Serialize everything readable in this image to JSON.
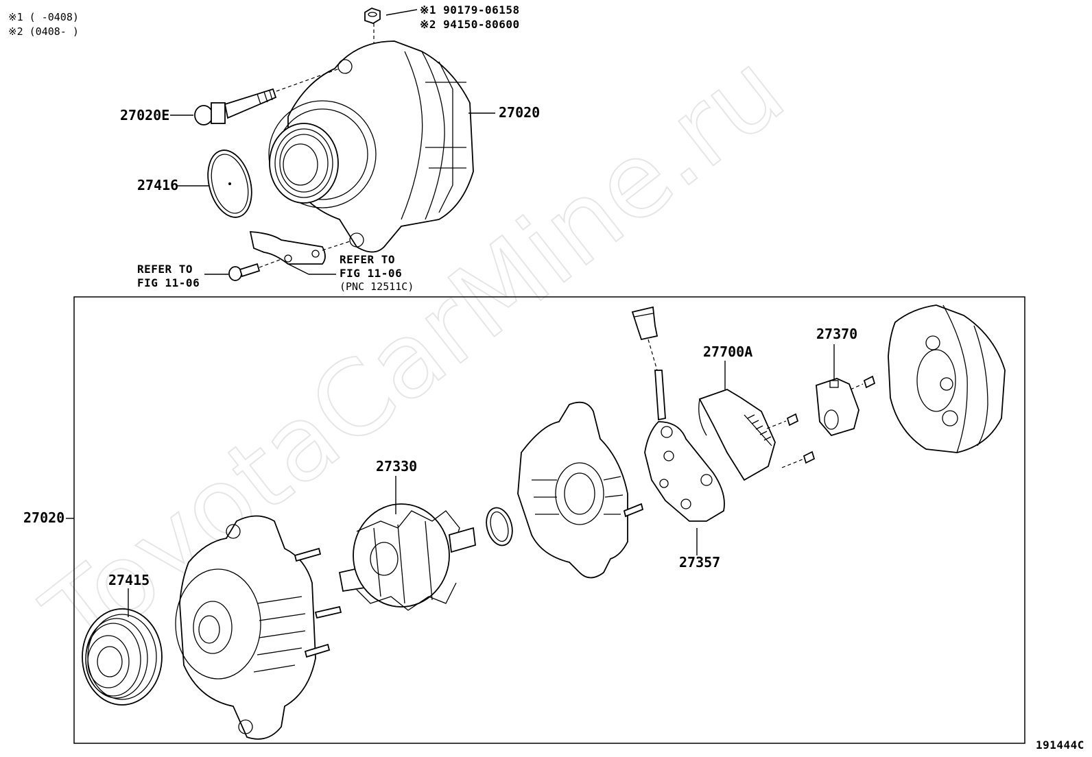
{
  "watermark": "ToyotaCarMine.ru",
  "notes": {
    "note1": "※1 (      -0408)",
    "note2": "※2 (0408-      )",
    "nut1": "※1 90179-06158",
    "nut2": "※2 94150-80600"
  },
  "labels": {
    "l27020e": "27020E",
    "l27020_top": "27020",
    "l27416": "27416",
    "l27020_side": "27020",
    "l27330": "27330",
    "l27700a": "27700A",
    "l27370": "27370",
    "l27357": "27357",
    "l27415": "27415"
  },
  "refs": {
    "left_line1": "REFER TO",
    "left_line2": "FIG 11-06",
    "right_line1": "REFER TO",
    "right_line2": "FIG 11-06",
    "right_line3": "(PNC 12511C)"
  },
  "figure_code": "191444C"
}
